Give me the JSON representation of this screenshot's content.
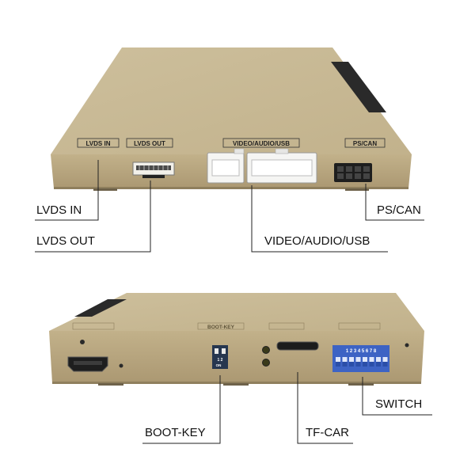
{
  "top_unit": {
    "port_labels": {
      "lvds_in": "LVDS IN",
      "lvds_out": "LVDS OUT",
      "video_audio_usb": "VIDEO/AUDIO/USB",
      "ps_can": "PS/CAN"
    },
    "callouts": {
      "lvds_in": "LVDS IN",
      "lvds_out": "LVDS OUT",
      "video_audio_usb": "VIDEO/AUDIO/USB",
      "ps_can": "PS/CAN"
    }
  },
  "bottom_unit": {
    "port_labels": {
      "boot_key": "BOOT-KEY",
      "dip_numbers": "1 2 3 4 5 6 7 8",
      "boot_switch_numbers": "1 2",
      "boot_switch_on": "ON"
    },
    "callouts": {
      "boot_key": "BOOT-KEY",
      "tf_card": "TF-CAR",
      "switch": "SWITCH"
    }
  },
  "colors": {
    "case_top": "#c8b995",
    "case_front": "#b9a67f",
    "case_edge": "#a89773",
    "black_panel": "#2a2a2a",
    "dip_blue": "#3d63c4",
    "leader_line": "#222222"
  }
}
